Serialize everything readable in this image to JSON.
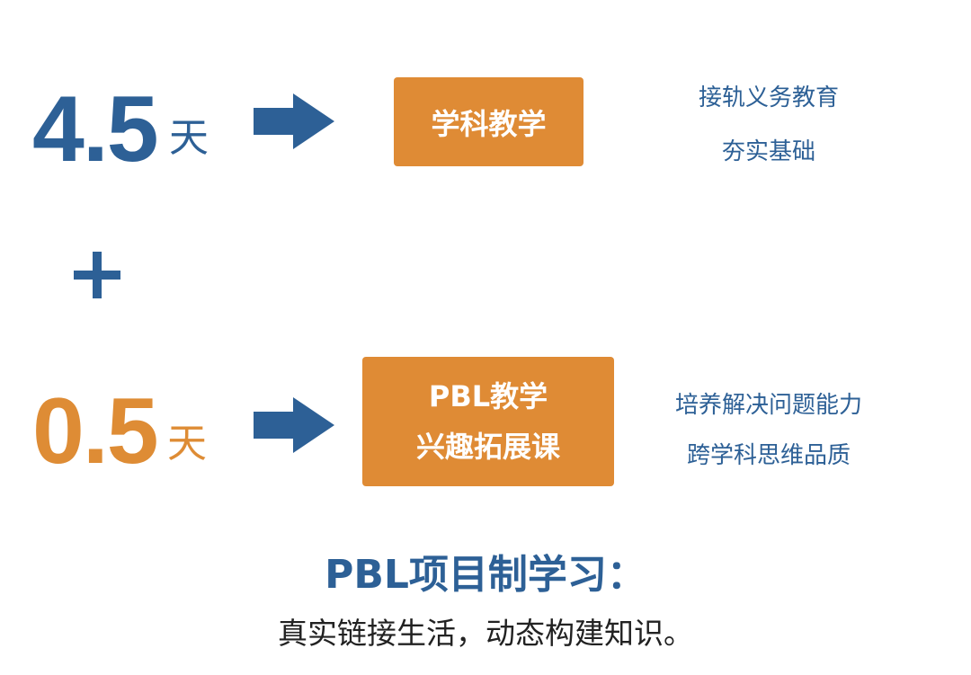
{
  "row1": {
    "number": "4.5",
    "unit": "天",
    "box_label": "学科教学",
    "desc_lines": [
      "接轨义务教育",
      "夯实基础"
    ]
  },
  "plus": "+",
  "row2": {
    "number": "0.5",
    "unit": "天",
    "box_lines": [
      "PBL教学",
      "兴趣拓展课"
    ],
    "desc_lines": [
      "培养解决问题能力",
      "跨学科思维品质"
    ]
  },
  "footer": {
    "title": "PBL项目制学习：",
    "subtitle": "真实链接生活，动态构建知识。"
  },
  "colors": {
    "blue": "#2d6096",
    "orange": "#df8b35",
    "text_dark": "#222222"
  },
  "icons": {
    "arrow": "right-arrow-icon",
    "plus": "plus-icon"
  }
}
